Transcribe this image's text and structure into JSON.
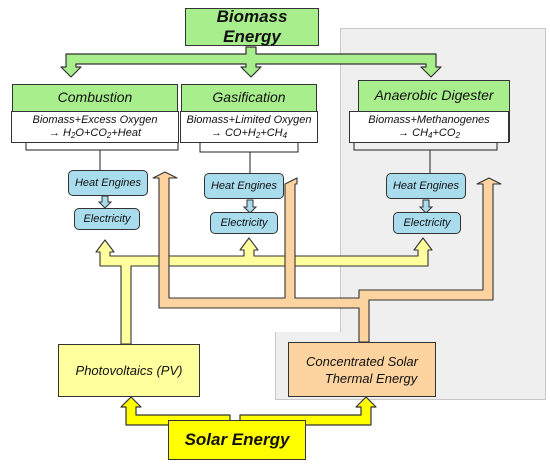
{
  "title": "Biomass Energy",
  "processes": [
    {
      "name": "Combustion",
      "reaction_line1": "Biomass+Excess Oxygen",
      "reaction_line2_parts": [
        "→ H",
        "2",
        "O+CO",
        "2",
        "+Heat"
      ]
    },
    {
      "name": "Gasification",
      "reaction_line1": "Biomass+Limited Oxygen",
      "reaction_line2_parts": [
        "→ CO+H",
        "2",
        "+CH",
        "4",
        ""
      ]
    },
    {
      "name": "Anaerobic Digester",
      "reaction_line1": "Biomass+Methanogenes",
      "reaction_line2_parts": [
        "→ CH",
        "4",
        "+CO",
        "2",
        ""
      ]
    }
  ],
  "heat_engines_label": "Heat Engines",
  "electricity_label": "Electricity",
  "pv_label": "Photovoltaics (PV)",
  "csp_label_line1": "Concentrated Solar",
  "csp_label_line2": "Thermal Energy",
  "solar_label": "Solar Energy",
  "colors": {
    "green": "#a8ee8c",
    "blue": "#a9dced",
    "yellow": "#ffff9e",
    "orange": "#fdd3a0",
    "solar": "#ffff00",
    "shade": "#efefef"
  }
}
